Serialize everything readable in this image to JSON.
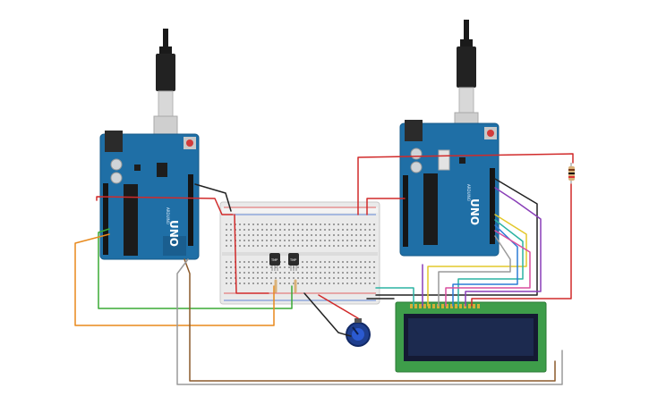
{
  "arduino_left": {
    "model": "UNO",
    "brand": "ARDUINO"
  },
  "arduino_right": {
    "model": "UNO",
    "brand": "ARDUINO"
  },
  "sensors": [
    {
      "label": "TMP"
    },
    {
      "label": "TMP"
    }
  ],
  "colors": {
    "board_blue": "#1f6fa6",
    "wire_red": "#d12a2a",
    "wire_black": "#222222",
    "wire_green": "#3aaa35",
    "wire_orange": "#e8891c",
    "wire_purple": "#8a3fb8",
    "wire_yellow": "#e3c82b",
    "wire_teal": "#2bb3a3",
    "wire_blue": "#2b7bd6",
    "wire_brown": "#8b5a2b",
    "wire_gray": "#9a9a9a",
    "wire_pink": "#d94f9e",
    "lcd_green": "#3e9d4a",
    "lcd_screen": "#1c2a4f"
  }
}
